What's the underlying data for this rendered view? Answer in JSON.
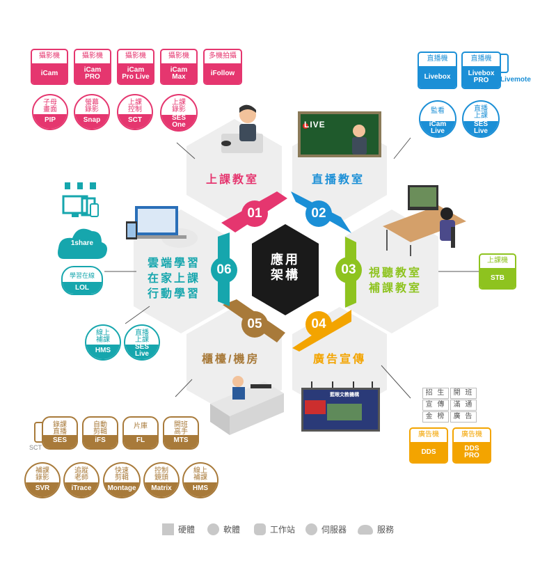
{
  "center": {
    "line1": "應用",
    "line2": "架構"
  },
  "numbers": {
    "n01": "01",
    "n02": "02",
    "n03": "03",
    "n04": "04",
    "n05": "05",
    "n06": "06"
  },
  "colors": {
    "pink": "#e5366f",
    "blue": "#1b8fd6",
    "green": "#8ec31f",
    "orange": "#f3a400",
    "brown": "#a87a3a",
    "teal": "#16a6ad",
    "center": "#1a1a1a",
    "hex_bg": "#eeeeee"
  },
  "sections": {
    "s01": {
      "title": "上課教室"
    },
    "s02": {
      "title": "直播教室",
      "screen_text": "LIVE"
    },
    "s03": {
      "title_line1": "視聽教室",
      "title_line2": "補課教室"
    },
    "s04": {
      "title": "廣告宣傳",
      "billboard_title": "藍眼文教機構"
    },
    "s05": {
      "title": "櫃檯/機房"
    },
    "s06": {
      "title_line1": "雲端學習",
      "title_line2": "在家上課",
      "title_line3": "行動學習"
    }
  },
  "pink_tags": [
    {
      "top": "攝影機",
      "bottom": "iCam"
    },
    {
      "top": "攝影機",
      "bottom": "iCam\nPRO"
    },
    {
      "top": "攝影機",
      "bottom": "iCam\nPro Live"
    },
    {
      "top": "攝影機",
      "bottom": "iCam\nMax"
    },
    {
      "top": "多機拍攝",
      "bottom": "iFollow"
    }
  ],
  "pink_circles": [
    {
      "top": "子母\n畫面",
      "bottom": "PIP"
    },
    {
      "top": "螢幕\n錄影",
      "bottom": "Snap"
    },
    {
      "top": "上課\n控制",
      "bottom": "SCT"
    },
    {
      "top": "上課\n錄影",
      "bottom": "SES\nOne"
    }
  ],
  "blue_tags": [
    {
      "top": "直播機",
      "bottom": "Livebox"
    },
    {
      "top": "直播機",
      "bottom": "Livebox\nPRO"
    }
  ],
  "livemote_label": "Livemote",
  "blue_circles": [
    {
      "top": "監看",
      "bottom": "iCam\nLive"
    },
    {
      "top": "直播\n上課",
      "bottom": "SES\nLive"
    }
  ],
  "green_tag": {
    "top": "上課機",
    "bottom": "STB"
  },
  "ad_table": [
    [
      "招 生",
      "開 班"
    ],
    [
      "宣 傳",
      "滿 通"
    ],
    [
      "金 榜",
      "廣 告"
    ]
  ],
  "orange_tags": [
    {
      "top": "廣告機",
      "bottom": "DDS"
    },
    {
      "top": "廣告機",
      "bottom": "DDS\nPRO"
    }
  ],
  "teal_cloud": {
    "label": "1share"
  },
  "teal_lol": {
    "top": "學習在線",
    "bottom": "LOL"
  },
  "teal_circles": [
    {
      "top": "線上\n補課",
      "bottom": "HMS"
    },
    {
      "top": "直播\n上課",
      "bottom": "SES\nLive"
    }
  ],
  "brown_row1": [
    {
      "top": "錄課\n直播",
      "bottom": "SES"
    },
    {
      "top": "自動\n剪輯",
      "bottom": "iFS"
    },
    {
      "top": "片庫",
      "bottom": "FL"
    },
    {
      "top": "開班\n高手",
      "bottom": "MTS"
    }
  ],
  "sct_label": "SCT",
  "brown_row2": [
    {
      "top": "補課\n錄影",
      "bottom": "SVR"
    },
    {
      "top": "追蹤\n老師",
      "bottom": "iTrace"
    },
    {
      "top": "快速\n剪輯",
      "bottom": "Montage"
    },
    {
      "top": "控制\n鏡頭",
      "bottom": "Matrix"
    },
    {
      "top": "線上\n補課",
      "bottom": "HMS"
    }
  ],
  "legend": [
    {
      "icon": "square-icon",
      "label": "硬體"
    },
    {
      "icon": "circle-icon",
      "label": "軟體"
    },
    {
      "icon": "octagon-icon",
      "label": "工作站"
    },
    {
      "icon": "round-octagon-icon",
      "label": "伺服器"
    },
    {
      "icon": "cloud-icon",
      "label": "服務"
    }
  ]
}
